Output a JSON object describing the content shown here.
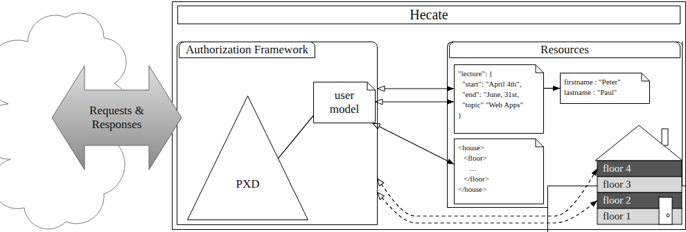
{
  "diagram": {
    "nodes": [
      {
        "text": [
          "Requests & Responses"
        ]
      },
      {
        "text": [
          "Hecate"
        ]
      },
      {
        "text": [
          "Authorization Framework"
        ],
        "in": 1
      },
      {
        "text": [
          "PXD"
        ],
        "in": 2
      },
      {
        "text": [
          "user model"
        ],
        "in": 2
      },
      {
        "text": [
          "Resources"
        ],
        "in": 1
      },
      {
        "text": [
          "\"lecture\": {",
          "\"start\": \"April 4th\",",
          "\"end\": \"June, 31st,",
          "\"topic\" \"Web Apps\"",
          "}"
        ],
        "in": 5
      },
      {
        "text": [
          "firstname : \"Peter\"",
          "lastname : \"Paul\""
        ],
        "in": 5
      },
      {
        "text": [
          "<house>",
          "<floor>",
          "…",
          "</floor>",
          "</house>"
        ],
        "in": 5
      },
      {
        "text": [
          "floor 4"
        ],
        "in": 1
      },
      {
        "text": [
          "floor 3"
        ],
        "in": 1
      },
      {
        "text": [
          "floor 2"
        ],
        "in": 1
      },
      {
        "text": [
          "floor 1"
        ],
        "in": 1
      }
    ],
    "edges": [
      {
        "from": 2,
        "to": 3,
        "arrow": "to"
      },
      {
        "from": 2,
        "to": 4,
        "arrow": "to"
      },
      {
        "from": 2,
        "to": 6,
        "arrow": "both"
      },
      {
        "from": 4,
        "to": 6,
        "arrow": "both"
      },
      {
        "from": 4,
        "to": 8,
        "arrow": "both"
      },
      {
        "from": 6,
        "to": 7,
        "arrow": "to"
      },
      {
        "from": 2,
        "to": 9,
        "arrow": "both"
      },
      {
        "from": 2,
        "to": 11,
        "arrow": "both"
      }
    ]
  }
}
